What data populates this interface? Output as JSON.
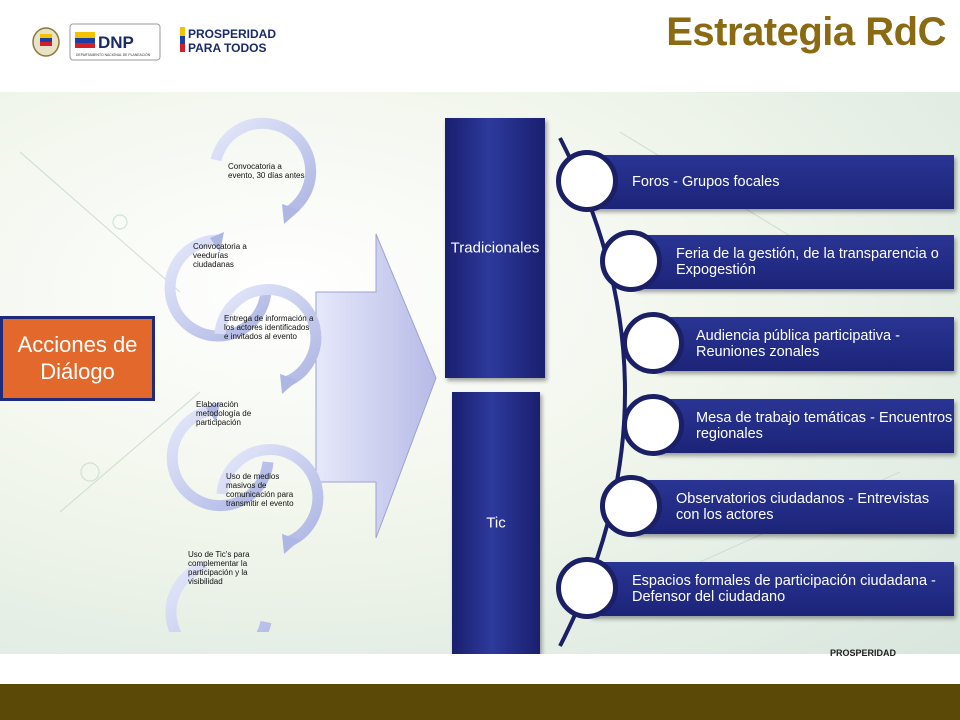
{
  "header": {
    "title": "Estrategia RdC",
    "logo_dnp": "DNP",
    "logo_dnp_sub": "DEPARTAMENTO NACIONAL DE PLANEACIÓN",
    "logo_prosperidad_1": "PROSPERIDAD",
    "logo_prosperidad_2": "PARA TODOS"
  },
  "badge": {
    "line1": "Acciones de",
    "line2": "Diálogo"
  },
  "cycle": [
    {
      "text": "Convocatoria a evento, 30 días antes"
    },
    {
      "text": "Convocatoria a veedurías ciudadanas"
    },
    {
      "text": "Entrega de información a los actores identificados e invitados al evento"
    },
    {
      "text": "Elaboración metodología de participación"
    },
    {
      "text": "Uso de medios masivos de comunicación para transmitir el evento"
    },
    {
      "text": "Uso de Tic's para complementar la participación y la visibilidad"
    }
  ],
  "columns": {
    "traditional": "Tradicionales",
    "tic": "Tic"
  },
  "items": [
    {
      "label": "Foros   -   Grupos focales"
    },
    {
      "label": "Feria de la gestión, de la transparencia o Expogestión"
    },
    {
      "label": "Audiencia pública participativa   -   Reuniones zonales"
    },
    {
      "label": "Mesa de trabajo temáticas   -   Encuentros regionales"
    },
    {
      "label": "Observatorios ciudadanos   -   Entrevistas con los actores"
    },
    {
      "label": "Espacios formales de participación ciudadana   -   Defensor del ciudadano"
    }
  ],
  "footer": {
    "logo_text": "PROSPERIDAD"
  },
  "colors": {
    "title": "#8a6a12",
    "badge": "#e2692b",
    "navy": "#1c2478",
    "footer": "#5b4a07"
  }
}
